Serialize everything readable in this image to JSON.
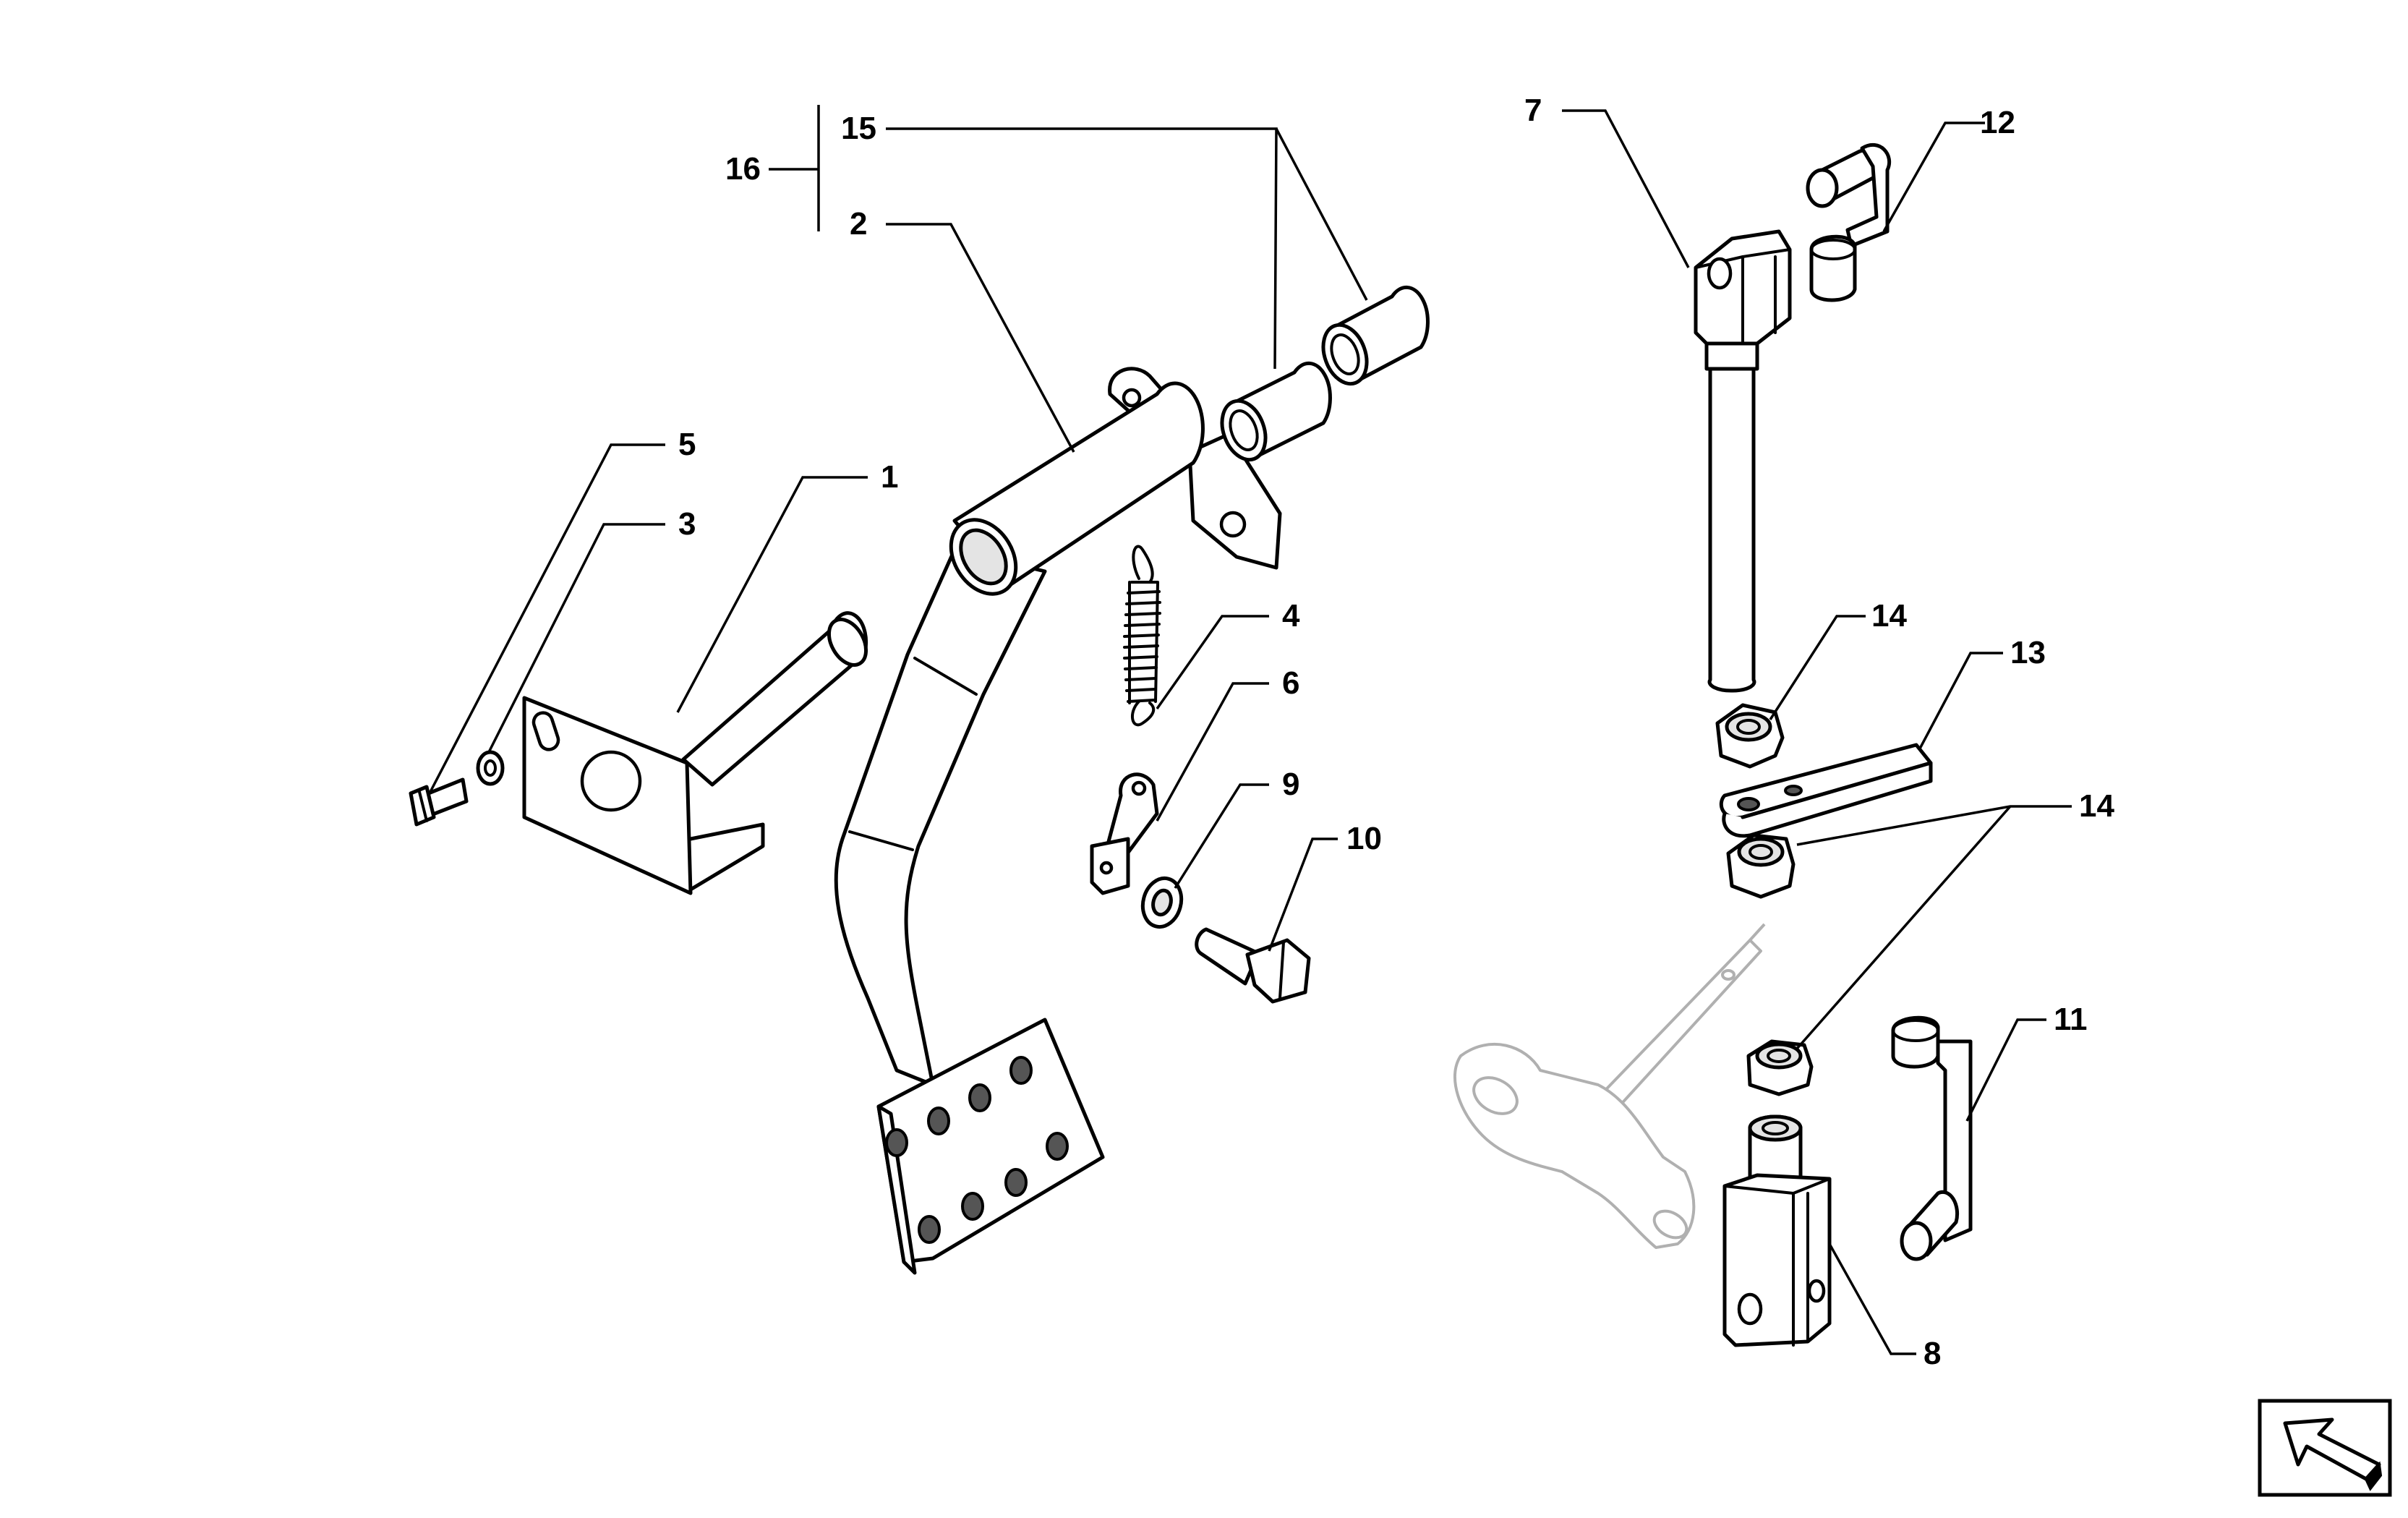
{
  "diagram": {
    "callouts": [
      "1",
      "2",
      "3",
      "4",
      "5",
      "6",
      "7",
      "8",
      "9",
      "10",
      "11",
      "12",
      "13",
      "14",
      "15",
      "16"
    ],
    "callout_14_repeat": "14"
  },
  "colors": {
    "line": "#000000",
    "ghost": "#b0b0b0",
    "background": "#ffffff"
  },
  "icons": {
    "navigation": "arrow-up-left-icon"
  }
}
